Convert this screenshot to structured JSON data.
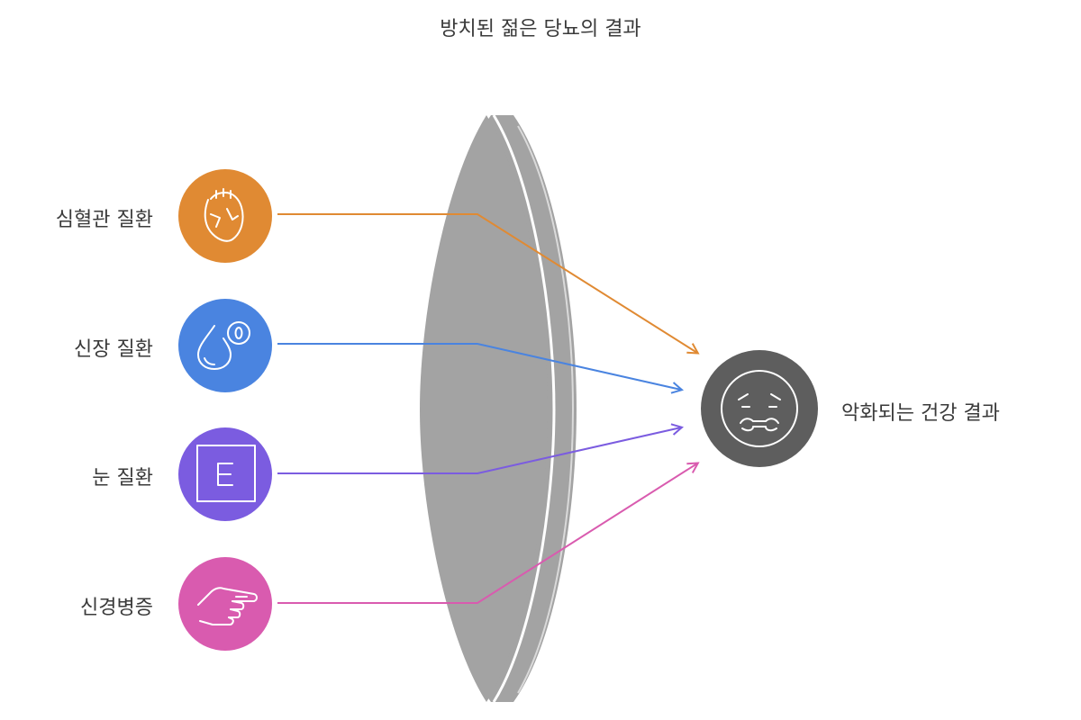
{
  "title": "방치된 젊은 당뇨의 결과",
  "inputs": [
    {
      "label": "심혈관 질환",
      "icon": "heart-icon",
      "color": "#E08A33"
    },
    {
      "label": "신장 질환",
      "icon": "kidney-drop-icon",
      "color": "#4A84E0"
    },
    {
      "label": "눈 질환",
      "icon": "eye-chart-icon",
      "color": "#7B5CE0"
    },
    {
      "label": "신경병증",
      "icon": "pointing-hand-icon",
      "color": "#D95BAF"
    }
  ],
  "output": {
    "label": "악화되는 건강 결과",
    "icon": "sick-face-icon",
    "color": "#5E5E5E"
  },
  "lens_color": "#A3A3A3"
}
